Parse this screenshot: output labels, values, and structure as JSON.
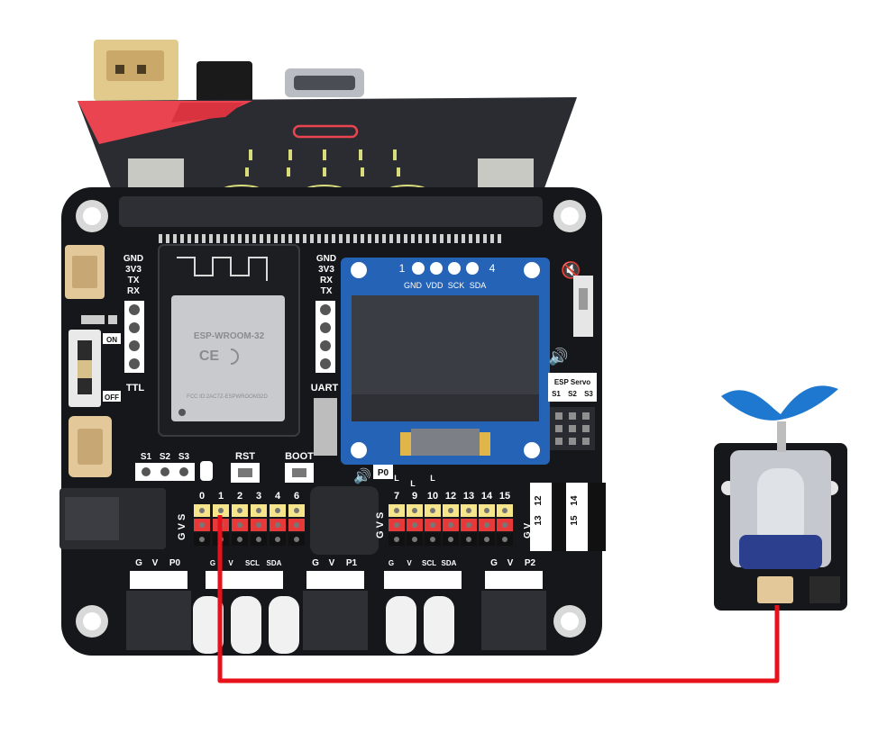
{
  "board": {
    "left_header_labels": [
      "GND",
      "3V3",
      "TX",
      "RX"
    ],
    "left_header_footer": "TTL",
    "right_header_labels": [
      "GND",
      "3V3",
      "RX",
      "TX"
    ],
    "right_header_footer": "UART",
    "switch_on": "ON",
    "switch_off": "OFF",
    "servo_labels": [
      "S1",
      "S2",
      "S3"
    ],
    "rst_label": "RST",
    "boot_label": "BOOT",
    "p0_label": "P0",
    "esp_servo_title": "ESP Servo",
    "esp_servo_pins": [
      "S1",
      "S2",
      "S3"
    ],
    "pins_left": [
      "0",
      "1",
      "2",
      "3",
      "4",
      "6"
    ],
    "pins_right": [
      "7",
      "9",
      "10",
      "12",
      "13",
      "14",
      "15"
    ],
    "pins_far_a": [
      "12",
      "13"
    ],
    "pins_far_b": [
      "14",
      "15"
    ],
    "gvs_label": "G V S",
    "gv_label": "G V",
    "l_marks": [
      "L",
      "L",
      "L"
    ],
    "bottom_conn": [
      {
        "g": "G",
        "v": "V",
        "p": "P0"
      },
      {
        "g": "G",
        "v": "V",
        "p": "P1"
      },
      {
        "g": "G",
        "v": "V",
        "p": "P2"
      }
    ],
    "i2c_conn": [
      {
        "g": "G",
        "v": "V",
        "scl": "SCL",
        "sda": "SDA"
      },
      {
        "g": "G",
        "v": "V",
        "scl": "SCL",
        "sda": "SDA"
      }
    ]
  },
  "module": {
    "name_line": "ESP-WROOM-32",
    "ce_mark": "CE",
    "fcc_text": "FCC ID:2AC7Z-ESPWROOM32D"
  },
  "oled": {
    "pin_start": "1",
    "pin_end": "4",
    "pin_labels": [
      "GND",
      "VDD",
      "SCK",
      "SDA"
    ]
  },
  "colors": {
    "board": "#16171b",
    "wire": "#e8101a",
    "oled_pcb": "#2563b6",
    "pin_yellow": "#f6e58a",
    "pin_red": "#e63a3a",
    "fan_blue": "#1f78d0"
  }
}
